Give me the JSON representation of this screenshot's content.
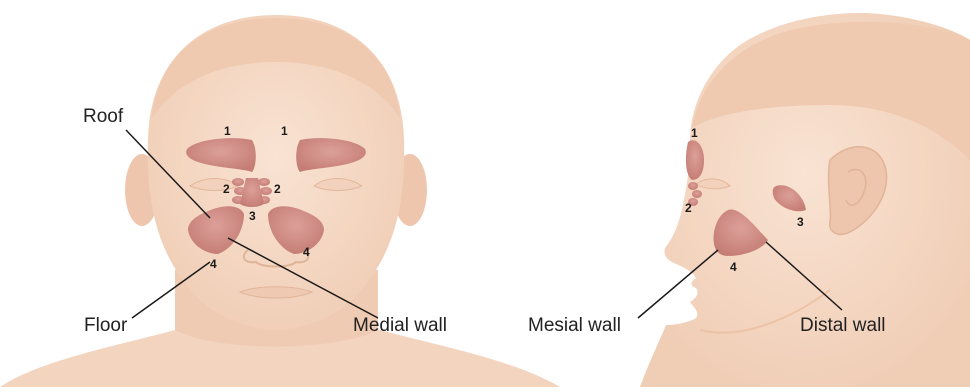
{
  "colors": {
    "skin": "#f7dcc8",
    "skin_shade": "#ecc3a6",
    "sinus": "#cf8a82",
    "sinus_dark": "#b36f68",
    "line": "#1a1a1a"
  },
  "front_view": {
    "labels": {
      "roof": "Roof",
      "floor": "Floor",
      "medial_wall": "Medial wall"
    },
    "numbers": {
      "frontal_left": "1",
      "frontal_right": "1",
      "ethmoid_left": "2",
      "ethmoid_right": "2",
      "sphenoid": "3",
      "maxillary_left": "4",
      "maxillary_right": "4"
    }
  },
  "side_view": {
    "labels": {
      "mesial_wall": "Mesial wall",
      "distal_wall": "Distal wall"
    },
    "numbers": {
      "frontal": "1",
      "ethmoid": "2",
      "sphenoid": "3",
      "maxillary": "4"
    }
  }
}
